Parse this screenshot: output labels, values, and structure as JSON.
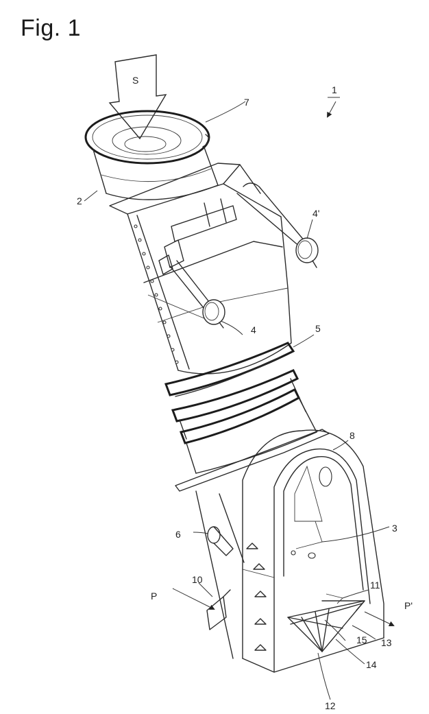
{
  "figure": {
    "title": "Fig. 1"
  },
  "labels": {
    "assembly": "1",
    "inlet": "2",
    "hood": "3",
    "counterweight": "4",
    "counterweight_alt": "4'",
    "compensator": "5",
    "port": "6",
    "top_flange": "7",
    "hood_frame": "8",
    "pipe_10": "10",
    "plate_11": "11",
    "grid_12": "12",
    "part_13": "13",
    "part_14": "14",
    "part_15": "15",
    "stream": "S",
    "arrow_p": "P",
    "arrow_p_prime": "P'"
  }
}
